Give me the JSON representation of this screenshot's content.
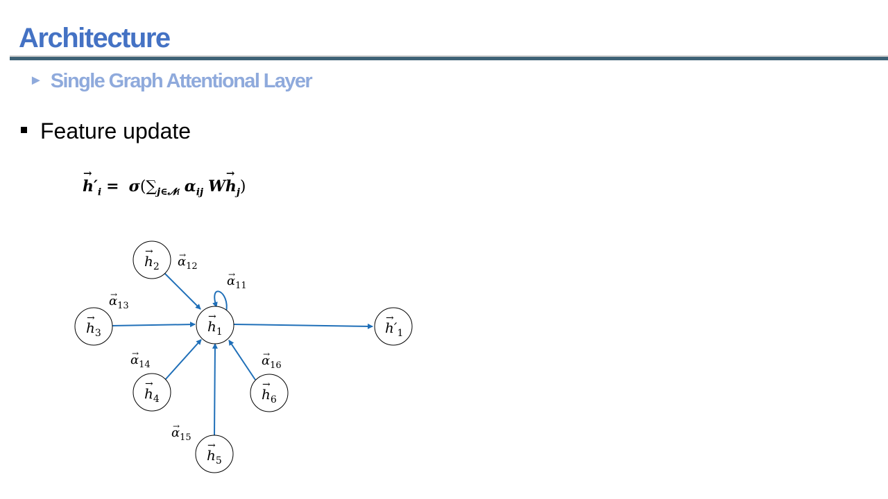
{
  "slide": {
    "title": "Architecture",
    "subtitle_marker": "►",
    "subtitle": "Single Graph Attentional Layer",
    "bullet_text": "Feature update"
  },
  "formula": {
    "lhs_symbol": "h",
    "lhs_prime": "′",
    "lhs_index": "i",
    "equals": "=",
    "sigma": "σ",
    "open_paren": "(",
    "sum_symbol": "∑",
    "sum_subscript": "j∈𝓝",
    "sum_subscript_index": "i",
    "alpha": "α",
    "alpha_index": "ij",
    "weight": "W",
    "rhs_symbol": "h",
    "rhs_index": "j",
    "close_paren": ")"
  },
  "diagram": {
    "nodes": [
      {
        "id": "h2",
        "symbol": "h",
        "prime": "",
        "index": "2"
      },
      {
        "id": "h3",
        "symbol": "h",
        "prime": "",
        "index": "3"
      },
      {
        "id": "h1",
        "symbol": "h",
        "prime": "",
        "index": "1"
      },
      {
        "id": "h1p",
        "symbol": "h",
        "prime": "′",
        "index": "1"
      },
      {
        "id": "h4",
        "symbol": "h",
        "prime": "",
        "index": "4"
      },
      {
        "id": "h6",
        "symbol": "h",
        "prime": "",
        "index": "6"
      },
      {
        "id": "h5",
        "symbol": "h",
        "prime": "",
        "index": "5"
      }
    ],
    "edges": [
      {
        "from": "h2",
        "to": "h1",
        "weight_symbol": "α",
        "weight_index": "12"
      },
      {
        "from": "h1",
        "to": "h1",
        "weight_symbol": "α",
        "weight_index": "11"
      },
      {
        "from": "h3",
        "to": "h1",
        "weight_symbol": "α",
        "weight_index": "13"
      },
      {
        "from": "h4",
        "to": "h1",
        "weight_symbol": "α",
        "weight_index": "14"
      },
      {
        "from": "h6",
        "to": "h1",
        "weight_symbol": "α",
        "weight_index": "16"
      },
      {
        "from": "h5",
        "to": "h1",
        "weight_symbol": "α",
        "weight_index": "15"
      },
      {
        "from": "h1",
        "to": "h1p",
        "weight_symbol": "",
        "weight_index": ""
      }
    ],
    "colors": {
      "edge": "#1f6fb8",
      "node_border": "#000000",
      "title": "#4472c4",
      "subtitle": "#8faadc",
      "rule": "#3e6276"
    }
  }
}
